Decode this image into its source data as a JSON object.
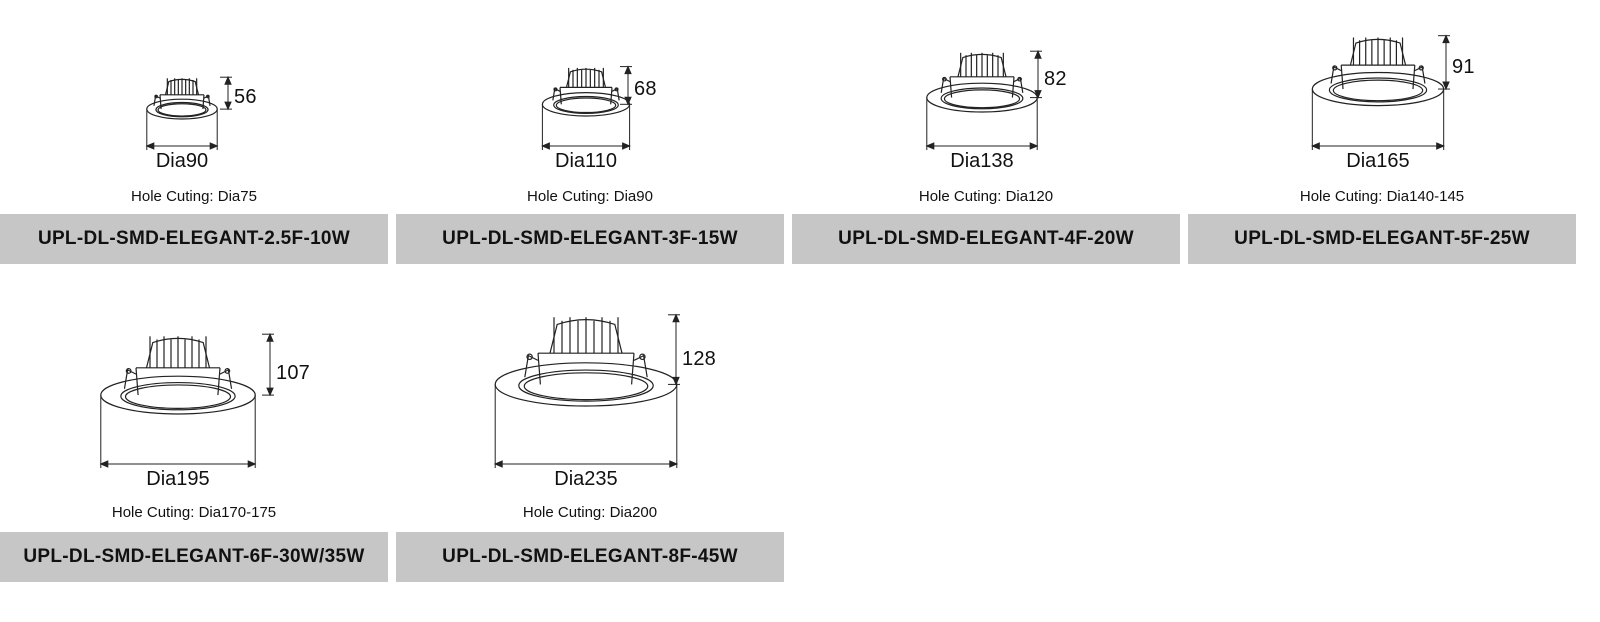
{
  "products": [
    {
      "height": "56",
      "diameter": "Dia90",
      "hole": "Hole Cuting: Dia75",
      "model": "UPL-DL-SMD-ELEGANT-2.5F-10W"
    },
    {
      "height": "68",
      "diameter": "Dia110",
      "hole": "Hole Cuting: Dia90",
      "model": "UPL-DL-SMD-ELEGANT-3F-15W"
    },
    {
      "height": "82",
      "diameter": "Dia138",
      "hole": "Hole Cuting: Dia120",
      "model": "UPL-DL-SMD-ELEGANT-4F-20W"
    },
    {
      "height": "91",
      "diameter": "Dia165",
      "hole": "Hole Cuting: Dia140-145",
      "model": "UPL-DL-SMD-ELEGANT-5F-25W"
    },
    {
      "height": "107",
      "diameter": "Dia195",
      "hole": "Hole Cuting: Dia170-175",
      "model": "UPL-DL-SMD-ELEGANT-6F-30W/35W"
    },
    {
      "height": "128",
      "diameter": "Dia235",
      "hole": "Hole Cuting: Dia200",
      "model": "UPL-DL-SMD-ELEGANT-8F-45W"
    }
  ],
  "colors": {
    "label_bar": "#c6c6c6",
    "line": "#222222",
    "text": "#111111"
  },
  "icon": "downlight-technical-drawing"
}
